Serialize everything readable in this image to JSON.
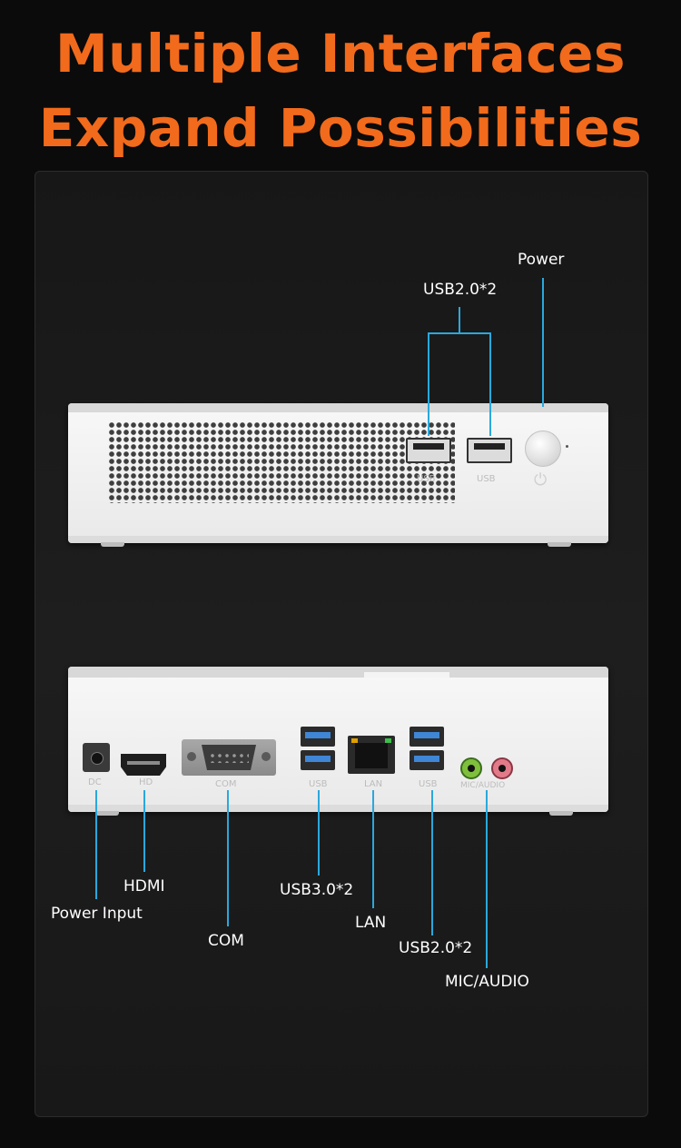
{
  "headline": {
    "line1": "Multiple Interfaces",
    "line2": "Expand Possibilities"
  },
  "colors": {
    "headline": "#f26a1b",
    "callout_line": "#2aa8dc",
    "background": "#0b0b0b"
  },
  "front_view": {
    "labels": {
      "power": "Power",
      "usb_front": "USB2.0*2"
    },
    "port_text": {
      "usb_a": "USB",
      "usb_b": "USB"
    }
  },
  "rear_view": {
    "labels": {
      "hdmi": "HDMI",
      "power_input": "Power Input",
      "com": "COM",
      "usb3": "USB3.0*2",
      "lan": "LAN",
      "usb2": "USB2.0*2",
      "mic_audio": "MIC/AUDIO"
    },
    "port_text": {
      "dc": "DC",
      "hd": "HD",
      "com": "COM",
      "usb3": "USB",
      "lan": "LAN",
      "usb2": "USB",
      "audio": "MIC/AUDIO"
    }
  }
}
